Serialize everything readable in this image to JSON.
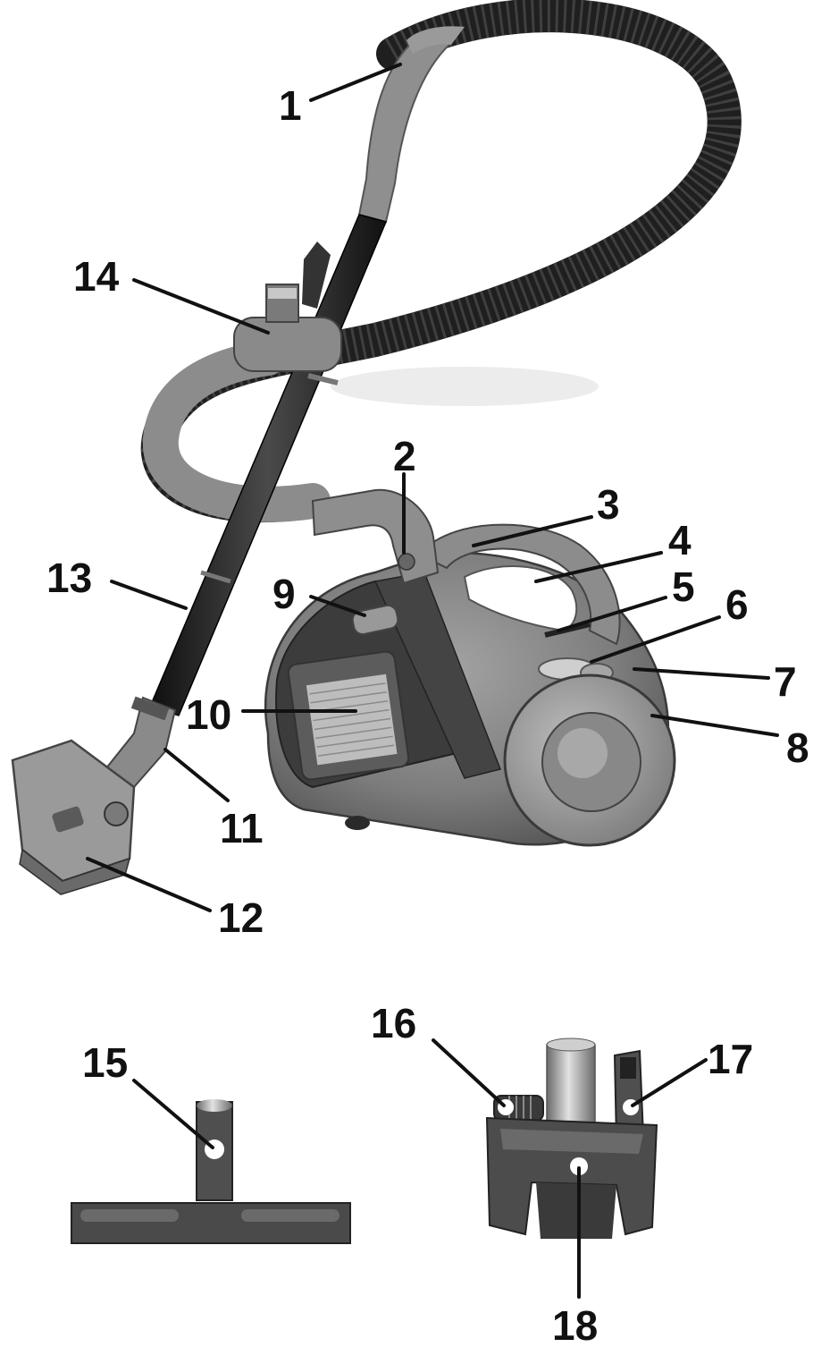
{
  "colors": {
    "body_mid": "#8a8a8a",
    "body_dark": "#4a4a4a",
    "body_light": "#b5b5b5",
    "hose": "#2a2a2a",
    "tube": "#1e1e1e",
    "label": "#111111"
  },
  "callouts": [
    {
      "id": "1",
      "text": "1"
    },
    {
      "id": "2",
      "text": "2"
    },
    {
      "id": "3",
      "text": "3"
    },
    {
      "id": "4",
      "text": "4"
    },
    {
      "id": "5",
      "text": "5"
    },
    {
      "id": "6",
      "text": "6"
    },
    {
      "id": "7",
      "text": "7"
    },
    {
      "id": "8",
      "text": "8"
    },
    {
      "id": "9",
      "text": "9"
    },
    {
      "id": "10",
      "text": "10"
    },
    {
      "id": "11",
      "text": "11"
    },
    {
      "id": "12",
      "text": "12"
    },
    {
      "id": "13",
      "text": "13"
    },
    {
      "id": "14",
      "text": "14"
    },
    {
      "id": "15",
      "text": "15"
    },
    {
      "id": "16",
      "text": "16"
    },
    {
      "id": "17",
      "text": "17"
    },
    {
      "id": "18",
      "text": "18"
    }
  ]
}
